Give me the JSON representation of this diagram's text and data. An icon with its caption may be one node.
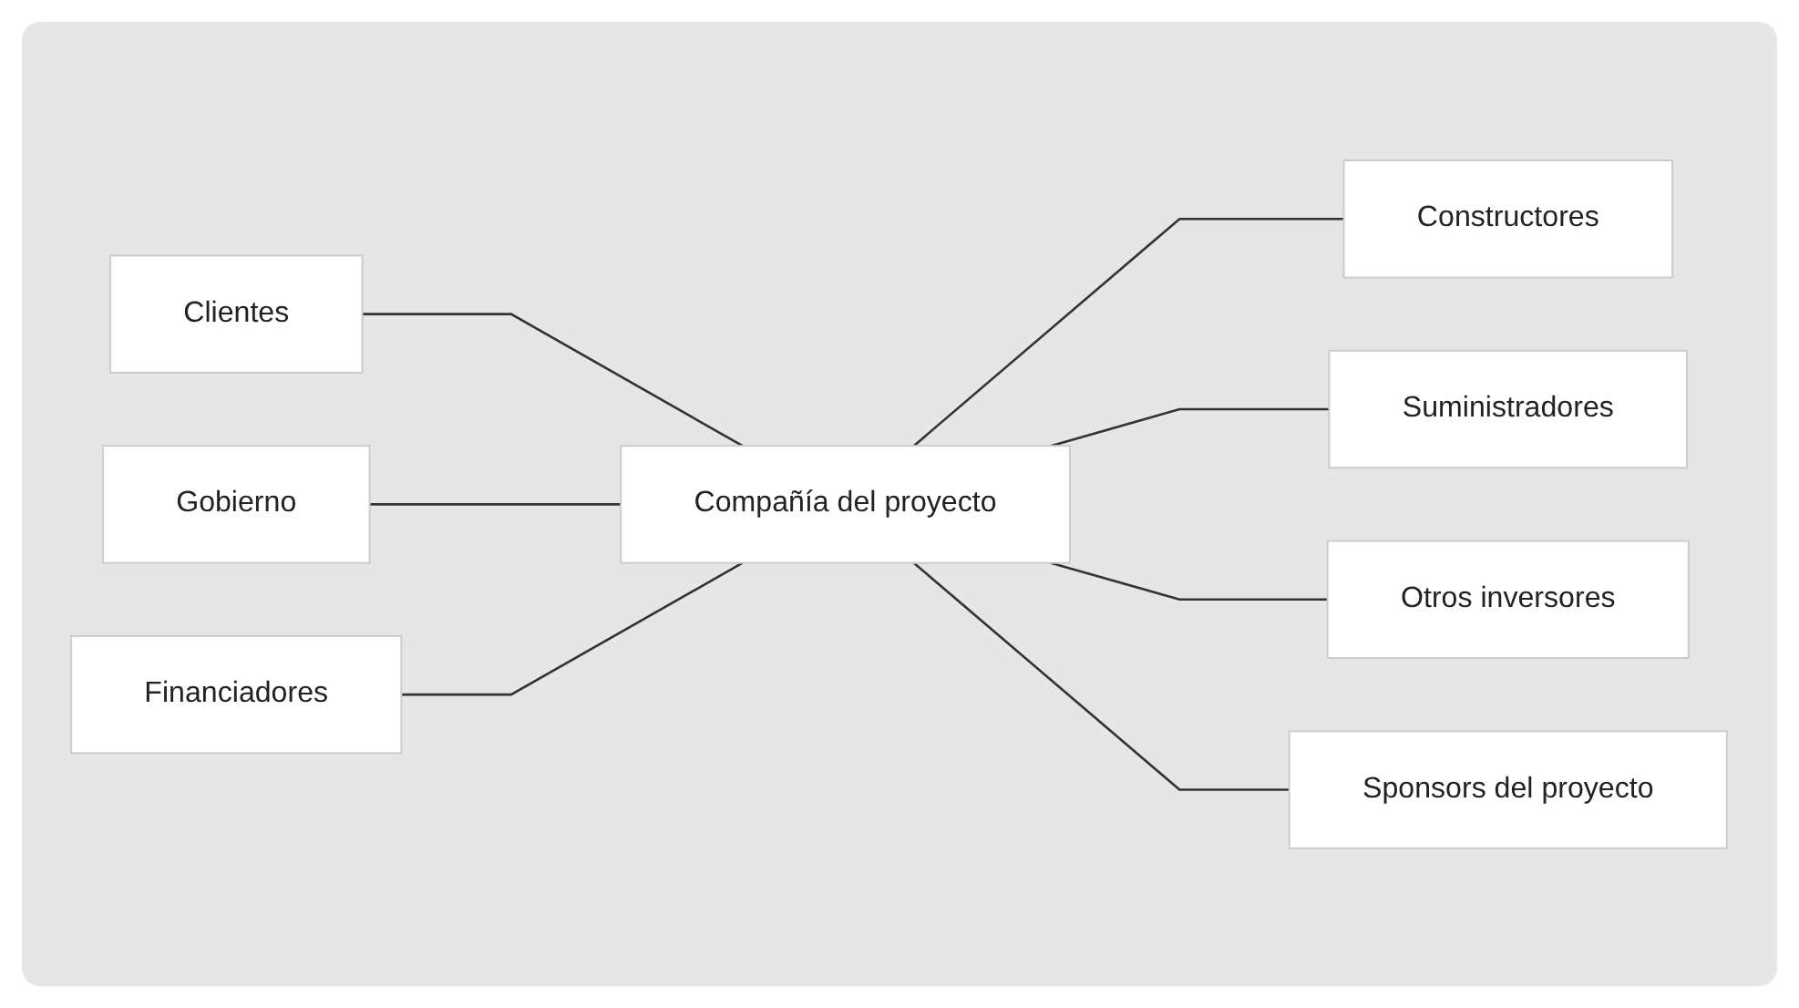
{
  "diagram": {
    "nodes": [
      {
        "text": [
          "Constructores"
        ]
      },
      {
        "text": [
          "Clientes"
        ]
      },
      {
        "text": [
          "Suministradores"
        ]
      },
      {
        "text": [
          "Gobierno"
        ]
      },
      {
        "text": [
          "Compañía del proyecto"
        ]
      },
      {
        "text": [
          "Otros inversores"
        ]
      },
      {
        "text": [
          "Financiadores"
        ]
      },
      {
        "text": [
          "Sponsors del proyecto"
        ]
      }
    ],
    "edges": [
      {
        "from": 1,
        "to": 4,
        "arrow": "none"
      },
      {
        "from": 3,
        "to": 4,
        "arrow": "none"
      },
      {
        "from": 6,
        "to": 4,
        "arrow": "none"
      },
      {
        "from": 4,
        "to": 0,
        "arrow": "none"
      },
      {
        "from": 4,
        "to": 2,
        "arrow": "none"
      },
      {
        "from": 4,
        "to": 5,
        "arrow": "none"
      },
      {
        "from": 4,
        "to": 7,
        "arrow": "none"
      }
    ]
  }
}
